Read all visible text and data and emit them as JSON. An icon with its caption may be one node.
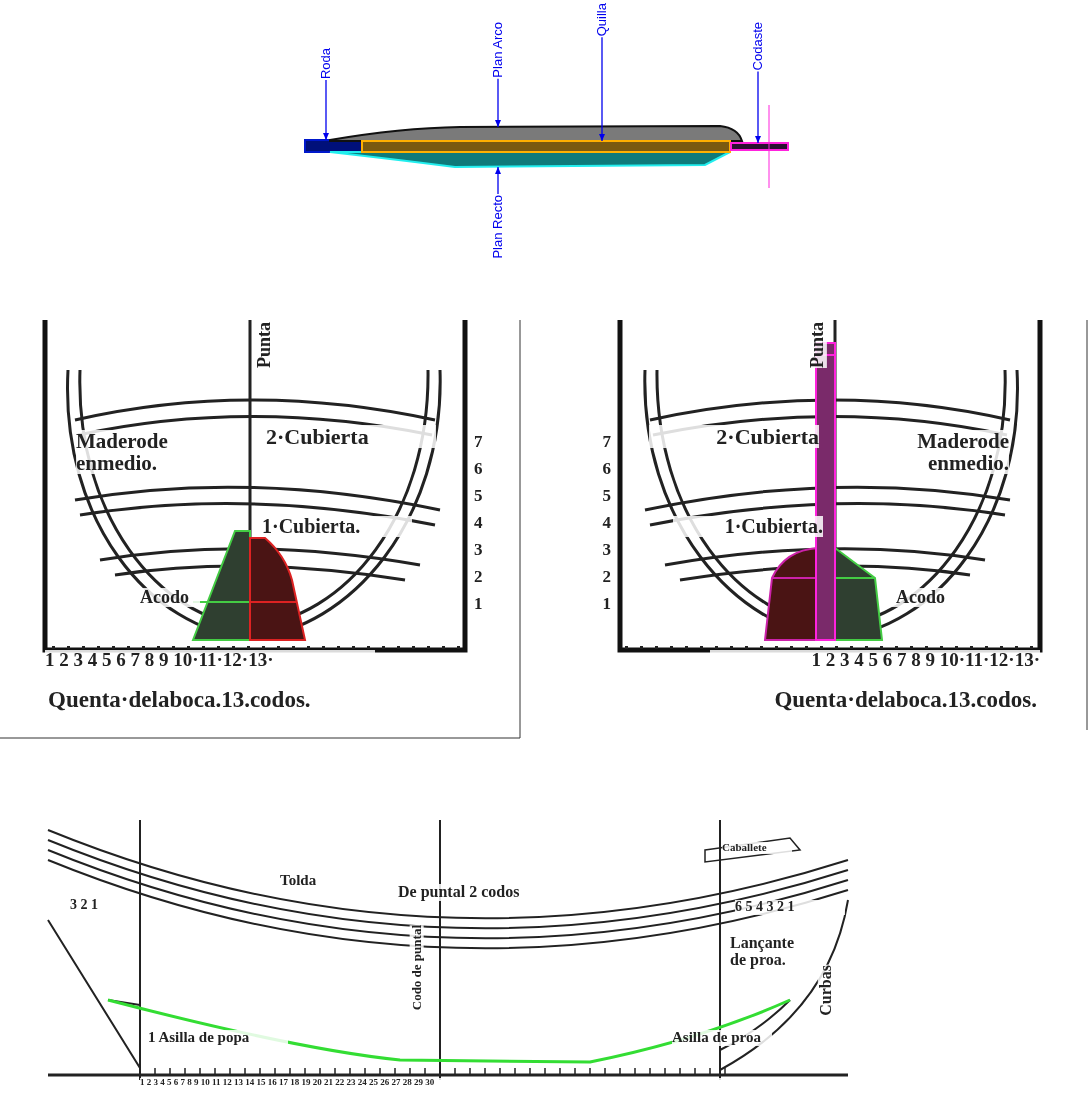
{
  "diagram": {
    "nodes": [
      {
        "text": [
          "Roda"
        ]
      },
      {
        "text": [
          "Plan Arco"
        ]
      },
      {
        "text": [
          "Quilla"
        ]
      },
      {
        "text": [
          "Codaste"
        ]
      },
      {
        "text": [],
        "shape": "bar"
      },
      {
        "text": [],
        "shape": "box"
      },
      {
        "text": [],
        "shape": "box"
      },
      {
        "text": [],
        "shape": "bar"
      },
      {
        "text": [],
        "shape": "bar"
      },
      {
        "text": [
          "Plan Recto"
        ]
      }
    ],
    "edges": [
      {
        "from": 0,
        "to": 4,
        "arrow": "to"
      },
      {
        "from": 1,
        "to": 5,
        "arrow": "to"
      },
      {
        "from": 2,
        "to": 7,
        "arrow": "to"
      },
      {
        "from": 3,
        "to": 8,
        "arrow": "to"
      },
      {
        "from": 9,
        "to": 6,
        "arrow": "to"
      }
    ],
    "labels": [
      "Punta",
      "Maderode enmedio.",
      "2·Cubierta",
      "1·Cubierta.",
      "Acodo",
      "7 6 5 4 3 2 1",
      "1 2 3 4 5 6 7 8 9 10·11·12·13·",
      "Quenta·delaboca.13.codos.",
      "Punta",
      "Maderode enmedio.",
      "2·Cubierta",
      "1·Cubierta.",
      "Acodo",
      "7 6 5 4 3 2 1",
      "1 2 3 4 5 6 7 8 9 10·11·12·13·",
      "Quenta·delaboca.13.codos.",
      "Tolda",
      "Caballete",
      "De puntal 2 codos",
      "3 2 1",
      "6 5 4 3 2 1",
      "Lançante de proa.",
      "Codo de puntal",
      "1 Asilla de popa",
      "Asilla de proa",
      "Curbas",
      "1 2 3 4 5 6 7 8 9 10 11 12 13 14 15 16 17 18 19 20 21 22 23 24 25 26 27 28 29 30"
    ]
  }
}
